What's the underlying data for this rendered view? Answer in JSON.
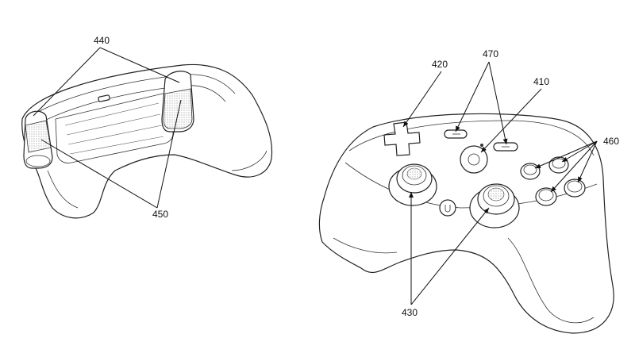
{
  "figure": {
    "left_view": {
      "labels": {
        "trigger_ref": "440",
        "recess_ref": "450"
      }
    },
    "right_view": {
      "labels": {
        "dpad_ref": "420",
        "menu_buttons_ref": "470",
        "home_button_ref": "410",
        "face_buttons_ref": "460",
        "thumbsticks_ref": "430"
      }
    }
  }
}
